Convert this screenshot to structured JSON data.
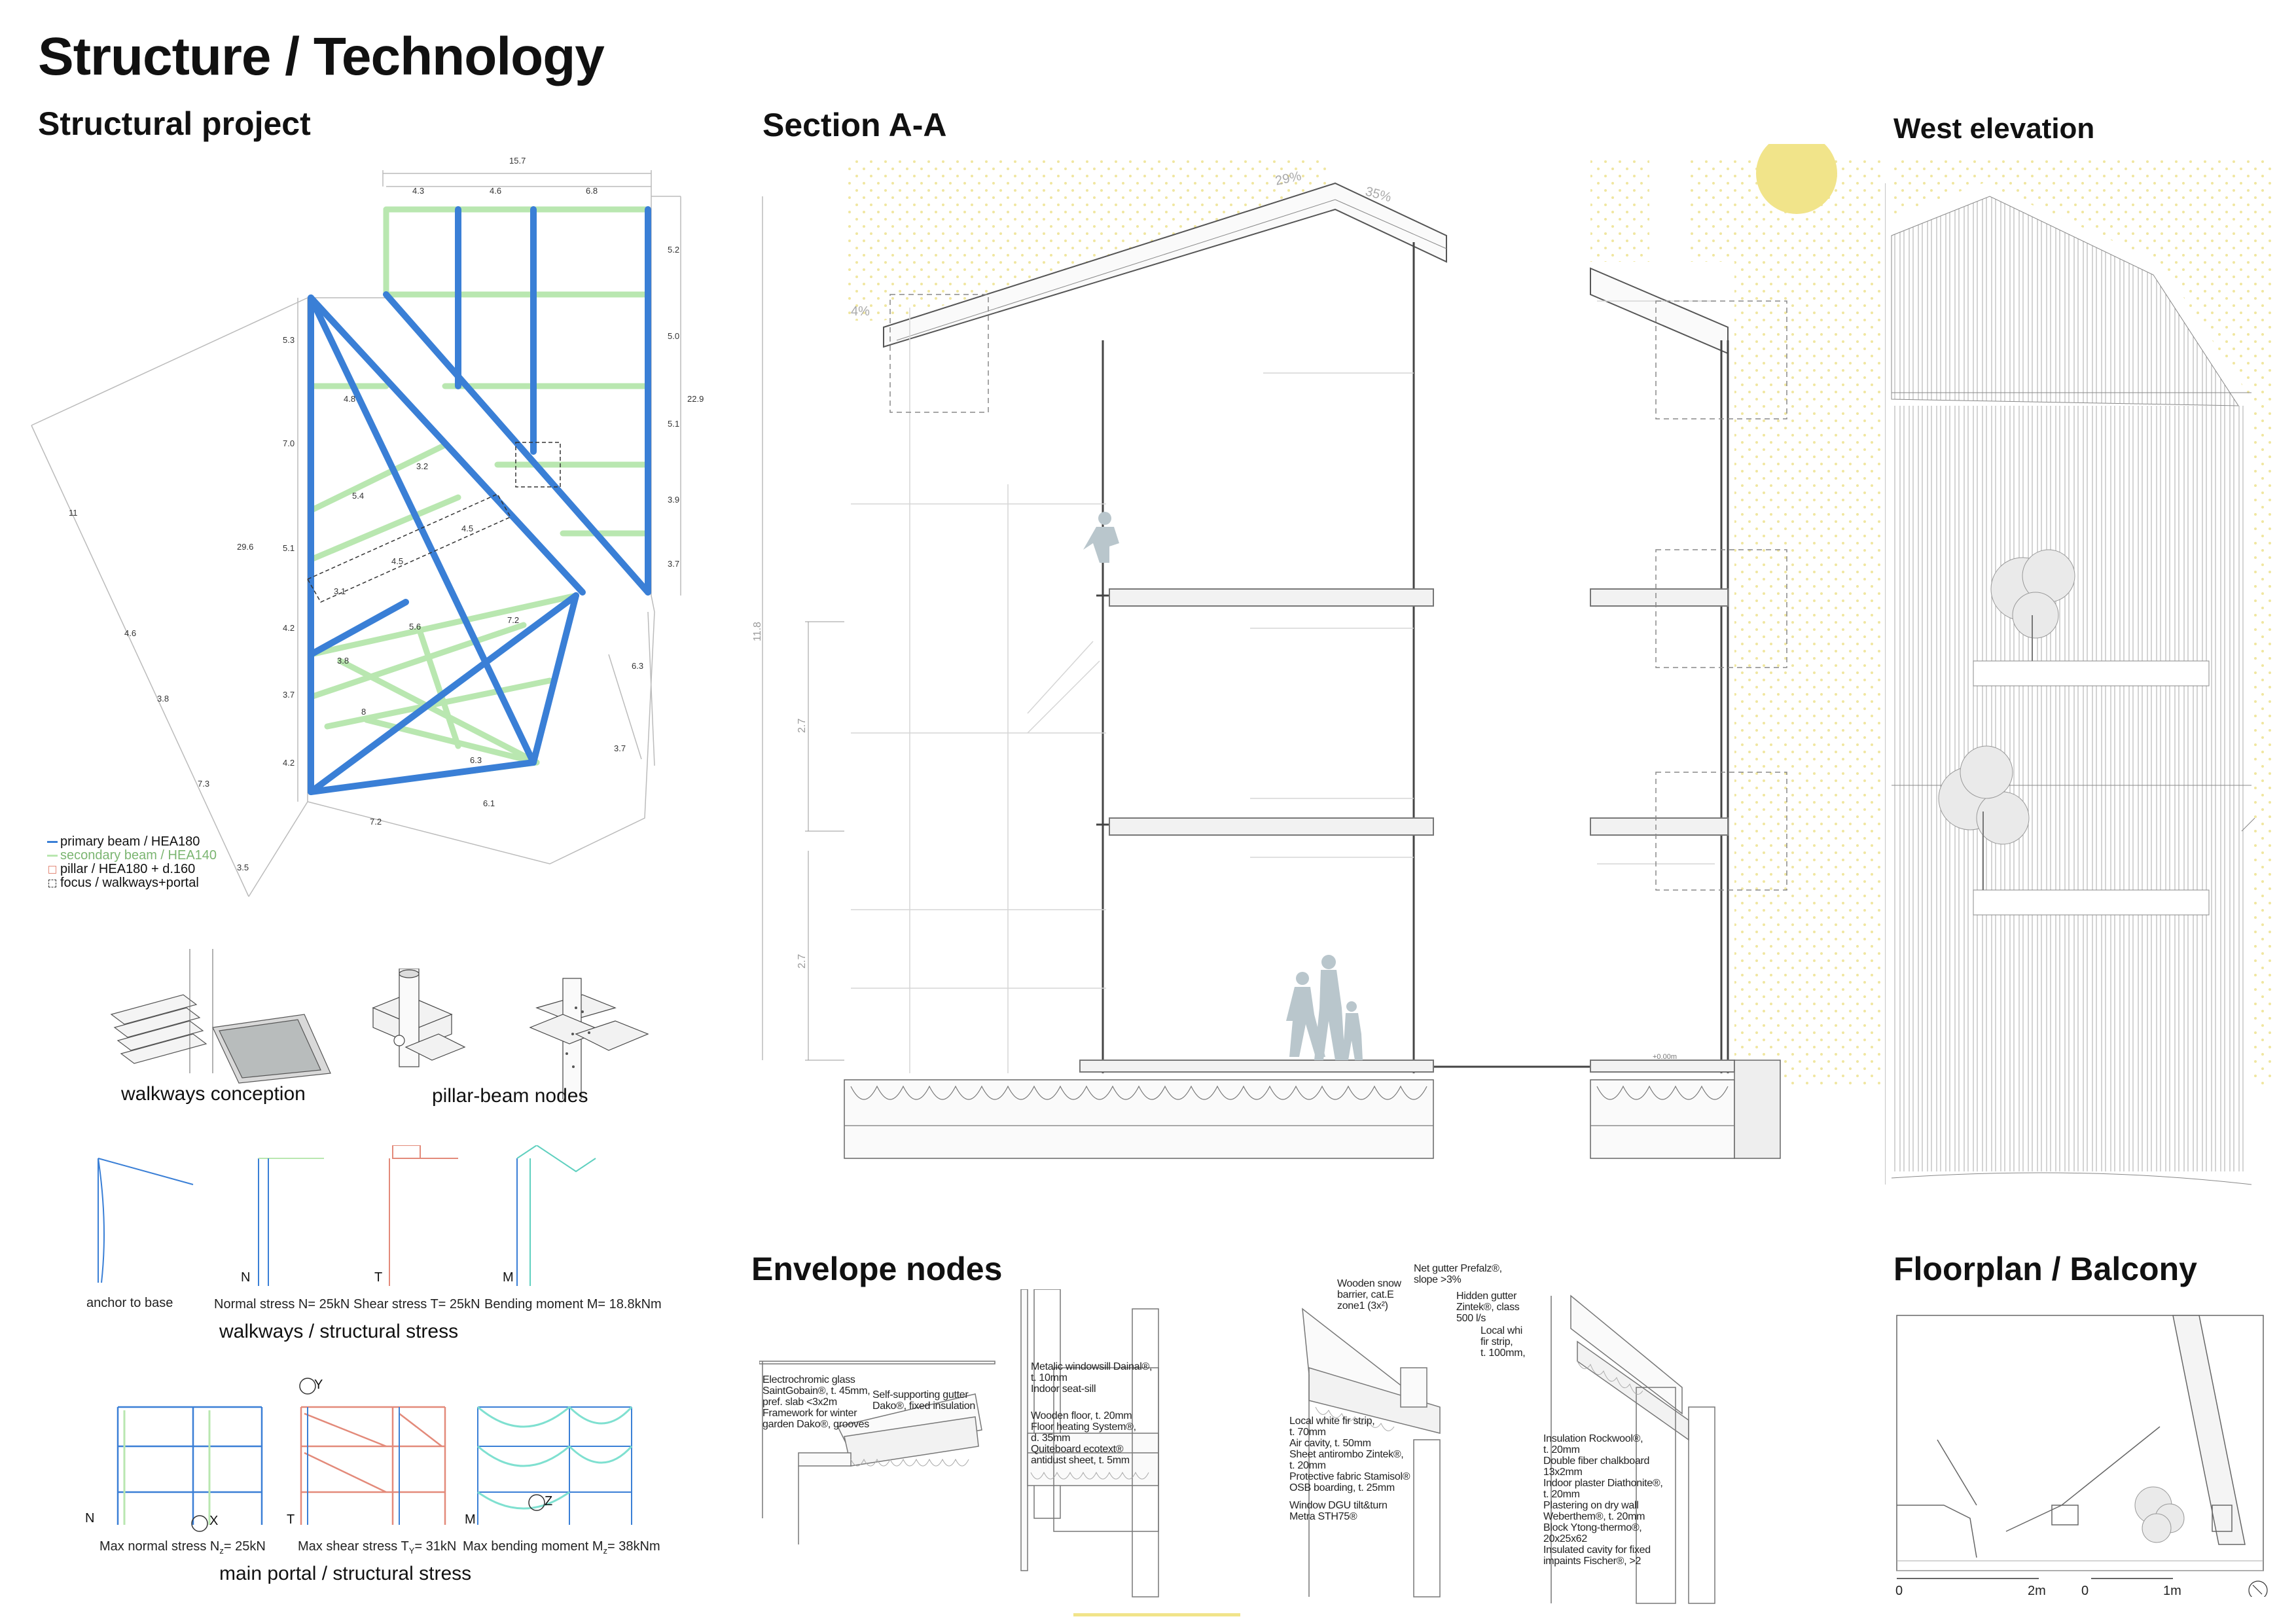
{
  "titles": {
    "main": "Structure / Technology",
    "structural": "Structural project",
    "section": "Section A-A",
    "west": "West elevation",
    "envelope": "Envelope nodes",
    "floorplan": "Floorplan / Balcony"
  },
  "colors": {
    "primary": "#3a7fd6",
    "secondary": "#b9e7b0",
    "pillar": "#e38a7a",
    "sun": "#f1e48a",
    "dots": "#f0e6a0",
    "silhouette": "#b9c6cc"
  },
  "plan": {
    "dims": {
      "d157": "15.7",
      "d43": "4.3",
      "d46": "4.6",
      "d68": "6.8",
      "d52": "5.2",
      "d50": "5.0",
      "d51a": "5.1",
      "d39": "3.9",
      "d37a": "3.7",
      "d229": "22.9",
      "d53": "5.3",
      "d48": "4.8",
      "d70": "7.0",
      "d32": "3.2",
      "d54": "5.4",
      "d45a": "4.5",
      "d51b": "5.1",
      "d45b": "4.5",
      "d31": "3.1",
      "d42a": "4.2",
      "d56": "5.6",
      "d72a": "7.2",
      "d38a": "3.8",
      "d37b": "3.7",
      "d8": "8",
      "d63a": "6.3",
      "d42b": "4.2",
      "d61": "6.1",
      "d72b": "7.2",
      "d63b": "6.3",
      "d37c": "3.7",
      "d11": "11",
      "d296": "29.6",
      "d46b": "4.6",
      "d38b": "3.8",
      "d73": "7.3",
      "d35": "3.5"
    },
    "legend": [
      {
        "label": "primary beam / HEA180"
      },
      {
        "label": "secondary beam  / HEA140"
      },
      {
        "label": "pillar  / HEA180 + d.160"
      },
      {
        "label": "focus / walkways+portal"
      }
    ]
  },
  "captions": {
    "walkways_conception": "walkways conception",
    "pillar_nodes": "pillar-beam nodes",
    "anchor": "anchor to base",
    "normal": "Normal stress N= 25kN",
    "shear": "Shear stress T= 25kN",
    "bending": "Bending moment M= 18.8kNm",
    "walkways_stress": "walkways / structural stress",
    "max_normal": "Max normal stress N",
    "max_normal_sub": "z",
    "max_normal_val": "= 25kN",
    "max_shear": "Max shear stress T",
    "max_shear_sub": "Y",
    "max_shear_val": "= 31kN",
    "max_bending": "Max bending moment M",
    "max_bending_sub": "z",
    "max_bending_val": "= 38kNm",
    "portal_stress": "main portal / structural stress",
    "N": "N",
    "T": "T",
    "M": "M",
    "X": "X",
    "Y": "Y",
    "Z": "Z"
  },
  "section": {
    "slope1": "29%",
    "slope2": "35%",
    "slope3": "4%",
    "h_total": "11.8",
    "h1": "2.7",
    "h2": "2.7",
    "level": "+0.00m"
  },
  "nodes": {
    "n1": [
      "Electrochromic glass",
      "SaintGobain®, t. 45mm,",
      "pref. slab <3x2m",
      "Framework for winter",
      "garden Dako®, grooves"
    ],
    "n1b": [
      "Self-supporting gutter",
      "Dako®, fixed insulation"
    ],
    "n2a": [
      "Metalic windowsill Dainal®,",
      "t. 10mm",
      "Indoor seat-sill"
    ],
    "n2b": [
      "Wooden floor, t. 20mm",
      "Floor heating System®,",
      "d. 35mm",
      "Quiteboard ecotext®",
      "antidust sheet, t. 5mm"
    ],
    "n3a": [
      "Net gutter Prefalz®,",
      "slope >3%"
    ],
    "n3b": [
      "Wooden snow",
      "barrier, cat.E",
      "zone1 (3x²)"
    ],
    "n3c": [
      "Hidden gutter",
      "Zintek®, class",
      "500 l/s"
    ],
    "n3d": [
      "Local whi",
      "fir strip,",
      "t. 100mm,"
    ],
    "n3e": [
      "Local white fir strip,",
      "t. 70mm",
      "Air cavity, t. 50mm",
      "Sheet antirombo Zintek®,",
      "t. 20mm",
      "Protective fabric Stamisol®",
      "OSB boarding, t. 25mm",
      "",
      "Window DGU tilt&turn",
      "Metra STH75®"
    ],
    "n4": [
      "Insulation Rockwool®,",
      "t. 20mm",
      "Double fiber chalkboard",
      "13x2mm",
      "Indoor plaster Diathonite®,",
      "t. 20mm",
      "Plastering on dry wall",
      "Weberthem®, t. 20mm",
      "Block Ytong-thermo®,",
      "20x25x62",
      "Insulated cavity for fixed",
      "impaints Fischer®, >2"
    ]
  },
  "scale": {
    "a0": "0",
    "a1": "2m",
    "b0": "0",
    "b1": "1m"
  }
}
